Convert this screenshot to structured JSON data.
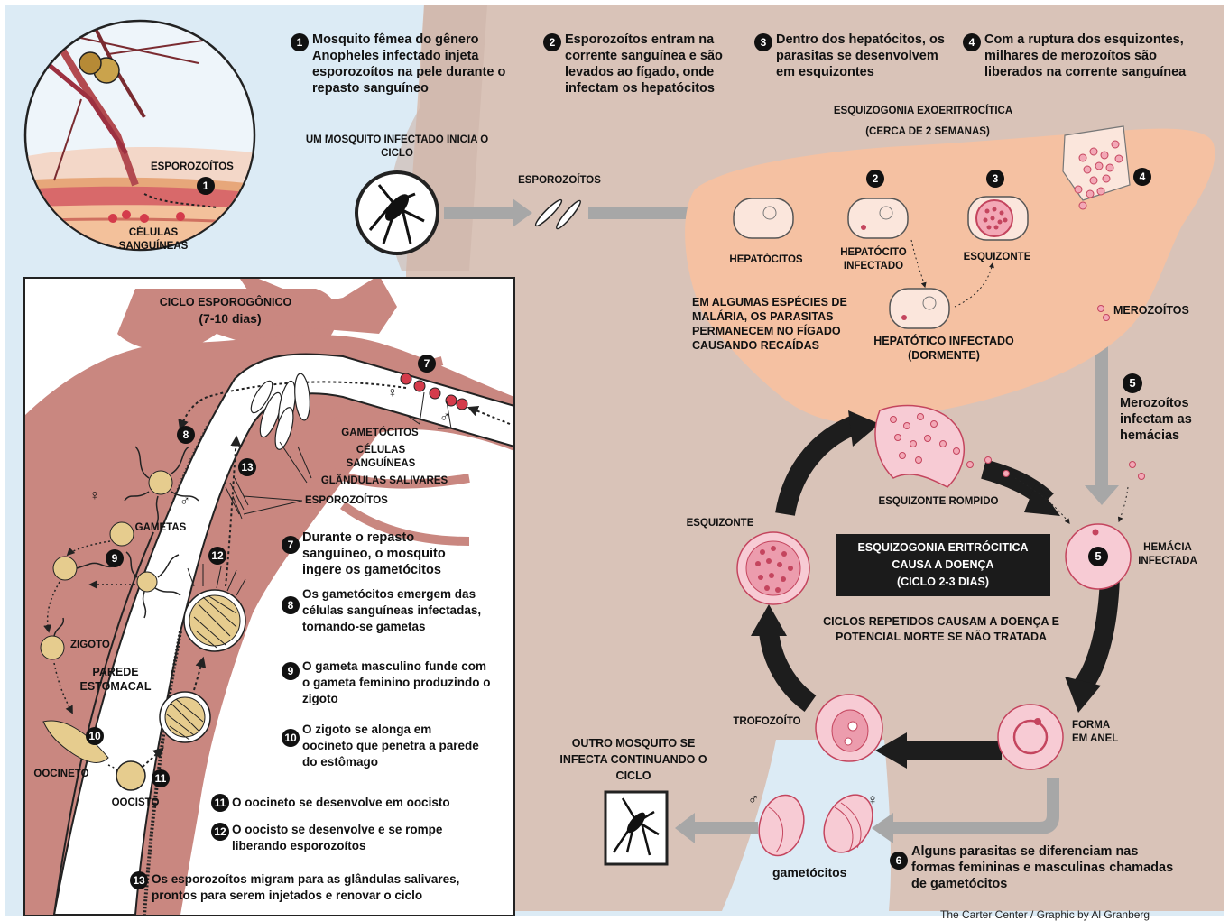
{
  "steps": {
    "s1": {
      "n": "1",
      "text": "Mosquito fêmea do gênero Anopheles infectado injeta esporozoítos na pele durante o repasto sanguíneo"
    },
    "s2": {
      "n": "2",
      "text": "Esporozoítos entram na corrente sanguínea e são levados ao fígado, onde infectam os hepatócitos"
    },
    "s3": {
      "n": "3",
      "text": "Dentro dos hepatócitos, os parasitas se desenvolvem em esquizontes"
    },
    "s4": {
      "n": "4",
      "text": "Com a ruptura dos esquizontes, milhares de merozoítos são liberados na corrente sanguínea"
    },
    "s5": {
      "n": "5",
      "text": "Merozoítos infectam as hemácias"
    },
    "s6": {
      "n": "6",
      "text": "Alguns parasitas se diferenciam nas formas femininas e masculinas chamadas de gametócitos"
    },
    "s7": {
      "n": "7",
      "text": "Durante o repasto sanguíneo, o mosquito ingere os gametócitos"
    },
    "s8": {
      "n": "8",
      "text": "Os gametócitos emergem das células sanguíneas infectadas, tornando-se gametas"
    },
    "s9": {
      "n": "9",
      "text": "O gameta masculino funde com o gameta feminino produzindo o zigoto"
    },
    "s10": {
      "n": "10",
      "text": "O zigoto se alonga em oocineto que penetra a parede do estômago"
    },
    "s11": {
      "n": "11",
      "text": "O oocineto se desenvolve em oocisto"
    },
    "s12": {
      "n": "12",
      "text": "O oocisto se desenvolve e se rompe liberando esporozoítos"
    },
    "s13": {
      "n": "13",
      "text": "Os esporozoítos migram para as glândulas salivares, prontos para serem injetados e renovar o ciclo"
    }
  },
  "labels": {
    "esporozoitos_inset": "ESPOROZOÍTOS",
    "celulas_sanguineas": "CÉLULAS SANGUÍNEAS",
    "mosquito_inicia": "UM MOSQUITO INFECTADO INICIA O CICLO",
    "esporozoitos_arrow": "ESPOROZOÍTOS",
    "esquizogonia_exo": "ESQUIZOGONIA EXOERITROCÍTICA",
    "cerca_2_semanas": "(CERCA DE 2 SEMANAS)",
    "hepatocitos": "HEPATÓCITOS",
    "hepatocito_infectado": "HEPATÓCITO INFECTADO",
    "esquizonte_liver": "ESQUIZONTE",
    "merozoitos": "MEROZOÍTOS",
    "recaidas": "EM ALGUMAS ESPÉCIES DE MALÁRIA, OS PARASITAS PERMANECEM NO FÍGADO CAUSANDO RECAÍDAS",
    "hepatotico_dormente": "HEPATÓTICO INFECTADO (DORMENTE)",
    "esquizonte_rompido": "ESQUIZONTE ROMPIDO",
    "esquizonte_cycle": "ESQUIZONTE",
    "hemacia_infectada": "HEMÁCIA INFECTADA",
    "eritro_box_line1": "ESQUIZOGONIA ERITRÓCITICA",
    "eritro_box_line2": "CAUSA A DOENÇA",
    "eritro_box_line3": "(CICLO 2-3 DIAS)",
    "ciclos_repetidos": "CICLOS REPETIDOS CAUSAM A DOENÇA E POTENCIAL MORTE SE NÃO TRATADA",
    "trofozoito": "TROFOZOÍTO",
    "forma_anel": "FORMA EM ANEL",
    "gametocitos_lower": "gametócitos",
    "outro_mosquito": "OUTRO MOSQUITO SE INFECTA CONTINUANDO O CICLO",
    "ciclo_esporogonico": "CICLO ESPOROGÔNICO",
    "dias_7_10": "(7-10 dias)",
    "gametocitos_upper": "GAMETÓCITOS",
    "celulas_sanguineas_2": "CÉLULAS SANGUÍNEAS",
    "glandulas_salivares": "GLÂNDULAS SALIVARES",
    "esporozoitos_mos": "ESPOROZOÍTOS",
    "gametas": "GAMETAS",
    "zigoto": "ZIGOTO",
    "parede_estomacal": "PAREDE ESTOMACAL",
    "oocineto": "OOCINETO",
    "oocisto": "OOCISTO",
    "female": "♀",
    "male": "♂"
  },
  "credit": "The Carter Center / Graphic by Al Granberg",
  "colors": {
    "body": "#d9c3b8",
    "sky": "#dcebf5",
    "liver": "#f5c1a2",
    "cell": "#f7cbd4",
    "cell_dark": "#c4455e",
    "mosquito_body": "#c98780",
    "arrow": "#a7a7a7",
    "cycle_arrow": "#1d1d1d"
  }
}
